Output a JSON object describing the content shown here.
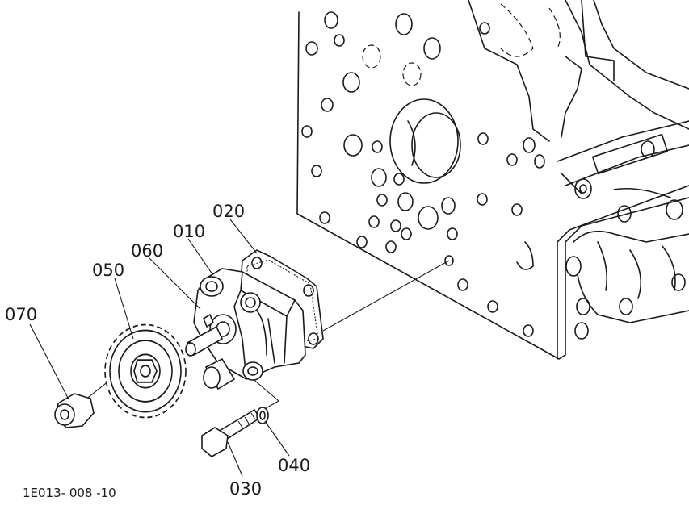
{
  "parts": [
    {
      "id": "p010",
      "label": "010"
    },
    {
      "id": "p020",
      "label": "020"
    },
    {
      "id": "p030",
      "label": "030"
    },
    {
      "id": "p040",
      "label": "040"
    },
    {
      "id": "p050",
      "label": "050"
    },
    {
      "id": "p060",
      "label": "060"
    },
    {
      "id": "p070",
      "label": "070"
    }
  ],
  "figure_code": "1E013- 008 -10",
  "colors": {
    "ink": "#1a1a1a",
    "background": "#ffffff"
  }
}
